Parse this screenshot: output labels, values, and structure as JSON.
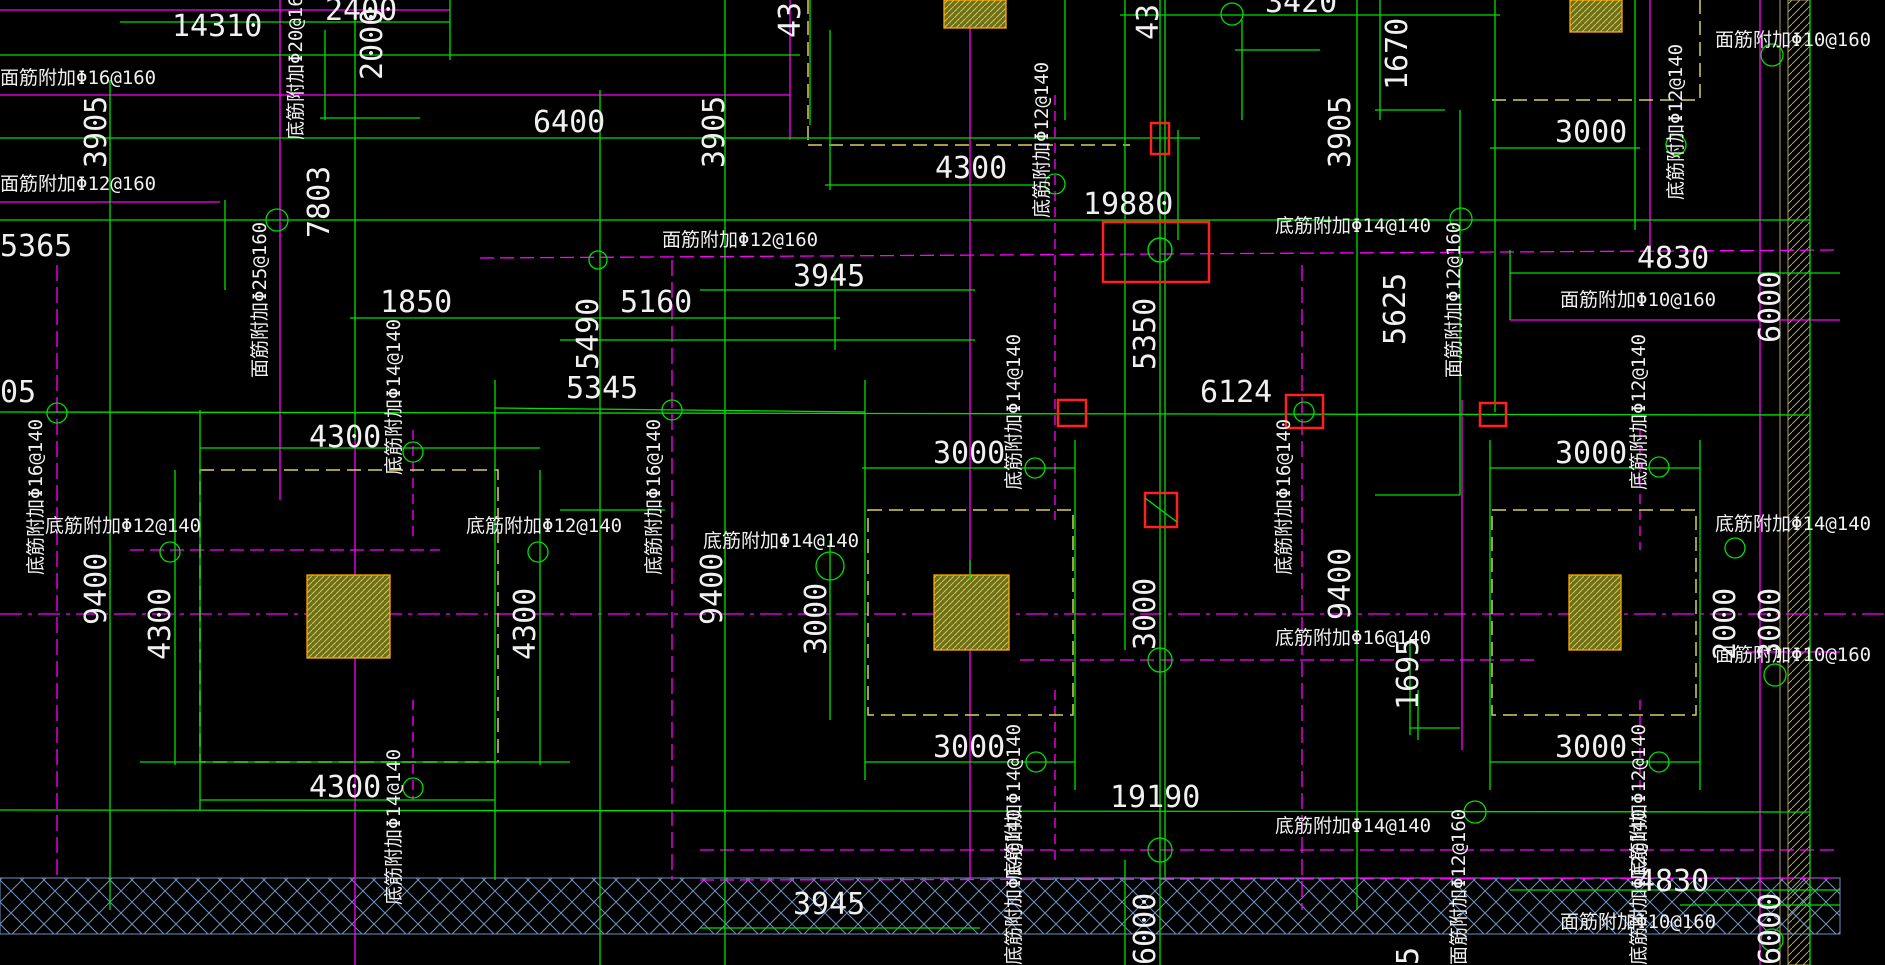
{
  "colors": {
    "background": "#000000",
    "rebar_line": "#00ff00",
    "axis_line": "#ff00ff",
    "column_fill": "#8a8a20",
    "column_border": "#ffaa00",
    "marker": "#ff2020",
    "text": "#f0f0f0",
    "hatch": "#7090c0"
  },
  "icons": {
    "rebar_circle": "circle-marker-icon",
    "highlight": "red-highlight-box-icon",
    "column": "hatched-column-icon"
  },
  "labels": {
    "d14310": "14310",
    "d2400": "2400",
    "d2000": "2000",
    "d3420": "3420",
    "n_top16": "面筋附加Φ16@160",
    "n_top12a": "面筋附加Φ12@160",
    "n_topbar20": "底筋附加Φ20@160",
    "n_right_top10a": "面筋附加Φ10@160",
    "d3905a": "3905",
    "d3905b": "3905",
    "d3905c": "3905",
    "d6400": "6400",
    "d1670": "1670",
    "d3000a": "3000",
    "d4300a": "4300",
    "n_bot12a": "底筋附加Φ12@140",
    "n_bot12b": "底筋附加Φ12@140",
    "d19880": "19880",
    "d7803": "7803",
    "d5365": "5365",
    "n_top12b": "面筋附加Φ12@160",
    "n_bot14a": "底筋附加Φ14@140",
    "d4830a": "4830",
    "n_top25": "面筋附加Φ25@160",
    "d3945a": "3945",
    "n_top12c": "面筋附加Φ12@160",
    "d5625": "5625",
    "n_top10b": "面筋附加Φ10@160",
    "d6000a": "6000",
    "d1850": "1850",
    "d5160": "5160",
    "d5490": "5490",
    "d5350": "5350",
    "n_bot14b": "底筋附加Φ14@140",
    "d05": "05",
    "d5345": "5345",
    "n_bot14c": "底筋附加Φ14@140",
    "d6124": "6124",
    "n_bot12c": "底筋附加Φ12@140",
    "d4300b": "4300",
    "d3000b": "3000",
    "d3000c": "3000",
    "n_bot14d": "底筋附加Φ14@140",
    "n_bot16a": "底筋附加Φ16@140",
    "n_bot16b": "底筋附加Φ16@140",
    "n_bot16c": "底筋附加Φ16@140",
    "n_bot12d": "底筋附加Φ12@140",
    "n_bot14e": "底筋附加Φ14@140",
    "n_bot12e": "底筋附加Φ12@140",
    "n_bot14f": "底筋附加Φ14@140",
    "n_bot12f": "底筋附加Φ12@140",
    "d9400a": "9400",
    "d4300c": "4300",
    "d4300d": "4300",
    "d9400b": "9400",
    "d3000d": "3000",
    "d3000e": "3000",
    "d9400c": "9400",
    "n_bot16d": "底筋附加Φ16@140",
    "d1695": "1695",
    "d2000b": "2000",
    "d3000f": "3000",
    "n_top10c": "面筋附加Φ10@160",
    "d3000g": "3000",
    "d3000h": "3000",
    "d4300e": "4300",
    "n_bot14g": "底筋附加Φ14@140",
    "d19190": "19190",
    "n_bot14h": "底筋附加Φ14@140",
    "n_bot14i": "底筋附加Φ14@140",
    "n_top12d": "面筋附加Φ12@160",
    "n_bot12g": "底筋附加Φ12@140",
    "d3945b": "3945",
    "d4830b": "4830",
    "n_top10d": "面筋附加Φ10@160",
    "d6000b": "6000",
    "d6000c": "6000",
    "d5b": "5"
  }
}
